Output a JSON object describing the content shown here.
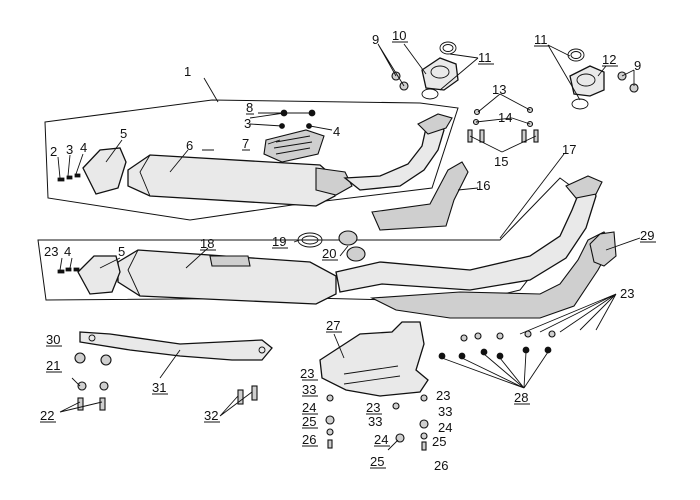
{
  "callouts": [
    {
      "id": "c1",
      "text": "1"
    },
    {
      "id": "c2",
      "text": "2"
    },
    {
      "id": "c3a",
      "text": "3"
    },
    {
      "id": "c3b",
      "text": "3"
    },
    {
      "id": "c4a",
      "text": "4"
    },
    {
      "id": "c4b",
      "text": "4"
    },
    {
      "id": "c4c",
      "text": "4"
    },
    {
      "id": "c5a",
      "text": "5"
    },
    {
      "id": "c5b",
      "text": "5"
    },
    {
      "id": "c6",
      "text": "6"
    },
    {
      "id": "c7",
      "text": "7"
    },
    {
      "id": "c8",
      "text": "8"
    },
    {
      "id": "c9a",
      "text": "9"
    },
    {
      "id": "c9b",
      "text": "9"
    },
    {
      "id": "c10",
      "text": "10"
    },
    {
      "id": "c11a",
      "text": "11"
    },
    {
      "id": "c11b",
      "text": "11"
    },
    {
      "id": "c12",
      "text": "12"
    },
    {
      "id": "c13",
      "text": "13"
    },
    {
      "id": "c14",
      "text": "14"
    },
    {
      "id": "c15",
      "text": "15"
    },
    {
      "id": "c16",
      "text": "16"
    },
    {
      "id": "c17",
      "text": "17"
    },
    {
      "id": "c18",
      "text": "18"
    },
    {
      "id": "c19",
      "text": "19"
    },
    {
      "id": "c20",
      "text": "20"
    },
    {
      "id": "c21",
      "text": "21"
    },
    {
      "id": "c22",
      "text": "22"
    },
    {
      "id": "c23a",
      "text": "23"
    },
    {
      "id": "c23b",
      "text": "23"
    },
    {
      "id": "c23c",
      "text": "23"
    },
    {
      "id": "c23d",
      "text": "23"
    },
    {
      "id": "c23e",
      "text": "23"
    },
    {
      "id": "c24a",
      "text": "24"
    },
    {
      "id": "c24b",
      "text": "24"
    },
    {
      "id": "c24c",
      "text": "24"
    },
    {
      "id": "c25a",
      "text": "25"
    },
    {
      "id": "c25b",
      "text": "25"
    },
    {
      "id": "c25c",
      "text": "25"
    },
    {
      "id": "c26a",
      "text": "26"
    },
    {
      "id": "c26b",
      "text": "26"
    },
    {
      "id": "c27",
      "text": "27"
    },
    {
      "id": "c28",
      "text": "28"
    },
    {
      "id": "c29",
      "text": "29"
    },
    {
      "id": "c30",
      "text": "30"
    },
    {
      "id": "c31",
      "text": "31"
    },
    {
      "id": "c32",
      "text": "32"
    },
    {
      "id": "c33a",
      "text": "33"
    },
    {
      "id": "c33b",
      "text": "33"
    },
    {
      "id": "c33c",
      "text": "33"
    }
  ]
}
